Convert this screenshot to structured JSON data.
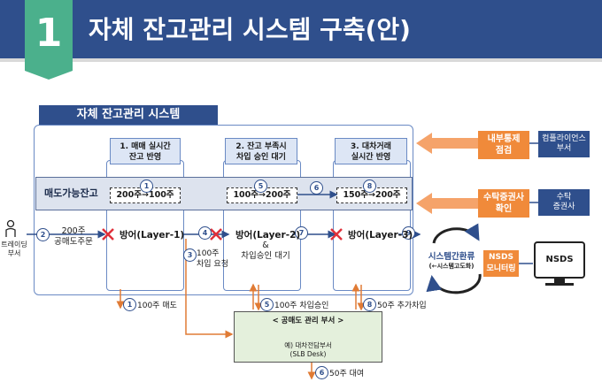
{
  "header": {
    "number": "1",
    "title": "자체 잔고관리 시스템 구축(안)"
  },
  "system": {
    "title": "자체 잔고관리 시스템",
    "balance_label": "매도가능잔고"
  },
  "lanes": [
    {
      "header_l1": "1. 매매 실시간",
      "header_l2": "잔고 반영",
      "step": "1",
      "value": "200주→100주",
      "layer": "방어(Layer-1)"
    },
    {
      "header_l1": "2. 잔고 부족시",
      "header_l2": "차입 승인 대기",
      "step": "5",
      "value": "100주→200주",
      "layer": "방어(Layer-2)"
    },
    {
      "header_l1": "3. 대차거래",
      "header_l2": "실시간 반영",
      "step": "8",
      "value": "150주→200주",
      "layer": "방어(Layer-3)"
    }
  ],
  "flow": {
    "trader_label_l1": "트레이딩",
    "trader_label_l2": "부서",
    "order_l1": "200주",
    "order_l2": "공매도주문",
    "borrow_request": "100주",
    "borrow_request_l2": "차입 요청",
    "layer2_amp": "&",
    "layer2_wait": "차입승인 대기",
    "sell_100": "100주 매도",
    "borrow_approve": "100주 차입승인",
    "extra_borrow": "50주 추가차입",
    "lend_50": "50주 대여",
    "step_labels": {
      "s1": "1",
      "s2": "2",
      "s3": "3",
      "s4": "4",
      "s5": "5",
      "s6": "6",
      "s7": "7",
      "s8": "8",
      "s9": "9"
    }
  },
  "slb": {
    "title": "< 공매도 관리 부서 >",
    "desk_l1": "예) 대차전담부서",
    "desk_l2": "(SLB Desk)"
  },
  "right_panel": {
    "internal_control_l1": "내부통제",
    "internal_control_l2": "점검",
    "compliance_l1": "컴플라이언스",
    "compliance_l2": "부서",
    "custody_check_l1": "수탁증권사",
    "custody_check_l2": "확인",
    "custody_l1": "수탁",
    "custody_l2": "증권사",
    "cycle_l1": "시스템간환류",
    "cycle_l2": "(←시스템고도화)",
    "nsds_monitor_l1": "NSDS",
    "nsds_monitor_l2": "모니터링",
    "nsds": "NSDS"
  },
  "colors": {
    "header_blue": "#2f4f8c",
    "accent_green": "#4bb08c",
    "orange": "#f08a3a",
    "red_x": "#e0303a"
  }
}
